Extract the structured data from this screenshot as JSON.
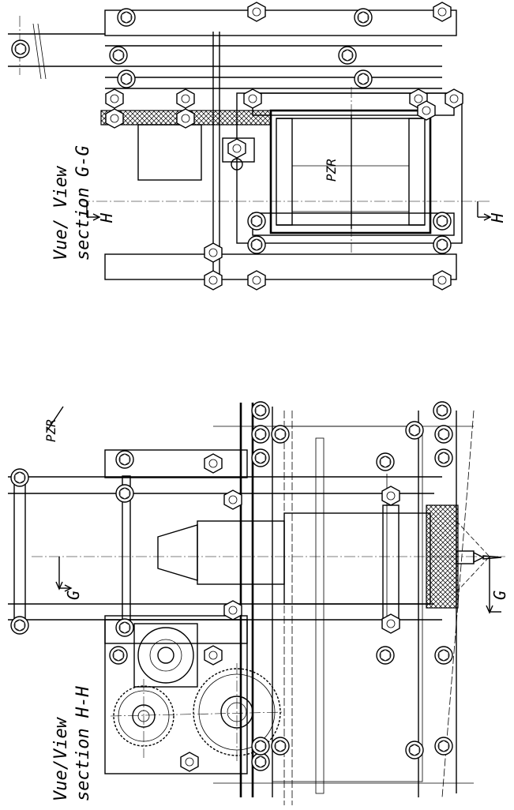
{
  "views": {
    "top": {
      "title_line1": "Vue/ View",
      "title_line2": "section G-G",
      "cut_marker_left": "H",
      "cut_marker_right": "H",
      "stamp": "PZR"
    },
    "bottom": {
      "title_line1": "Vue/View",
      "title_line2": "section H-H",
      "cut_marker_top": "G",
      "cut_marker_bottom": "G",
      "stamp": "PZR"
    }
  }
}
